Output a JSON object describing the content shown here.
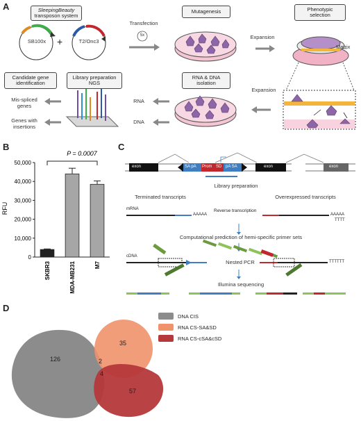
{
  "panels": {
    "a": "A",
    "b": "B",
    "c": "C",
    "d": "D"
  },
  "panelA": {
    "sb_system_line1": "SleepingBeauty",
    "sb_system_line2": "transposon system",
    "sb100x": "SB100x",
    "t2onc3": "T2/Onc3",
    "plus": "+",
    "transfection": "Transfection",
    "times": "5x",
    "mutagenesis": "Mutagenesis",
    "expansion_top": "Expansion",
    "phenotypic_line1": "Phenotypic",
    "phenotypic_line2": "selection",
    "matrix": "Matrix",
    "candidate_line1": "Candidate gene",
    "candidate_line2": "identification",
    "library_line1": "Library preparation",
    "library_line2": "NGS",
    "rnadna_line1": "RNA & DNA",
    "rnadna_line2": "isolation",
    "expansion_bottom": "Expansion",
    "mis_line1": "Mis-spliced",
    "mis_line2": "genes",
    "ins_line1": "Genes with",
    "ins_line2": "insertions",
    "rna": "RNA",
    "dna": "DNA"
  },
  "panelB": {
    "pvalue": "P = 0.0007",
    "colors": {
      "bar": "#a6a6a6",
      "bar0": "#222222"
    }
  },
  "chart_data": {
    "type": "bar",
    "categories": [
      "SKBR3",
      "MDA-MB231",
      "M7"
    ],
    "values": [
      4000,
      44000,
      38500
    ],
    "errors": [
      300,
      3000,
      1800
    ],
    "ylabel": "RFU",
    "ylim": [
      0,
      50000
    ],
    "yticks": [
      "0",
      "10,000",
      "20,000",
      "30,000",
      "40,000",
      "50,000"
    ],
    "annotation": "P = 0.0007"
  },
  "panelC": {
    "exon_left": "exon",
    "sa_pa": "SA pA",
    "prom": "Prom",
    "sd": "SD",
    "pa_sa": "pA SA",
    "exon_right": "exon",
    "exon_far": "exon",
    "library_prep": "Library preparation",
    "terminated": "Terminated transcripts",
    "overexpressed": "Overexpressed transcripts",
    "mrna": "mRNA",
    "aaaaa_left": "AAAAA",
    "aaaaa_right": "AAAAA",
    "tttt": "TTTT",
    "reverse": "Reverse transcription",
    "computational": "Computational prediction of hemi-specific primer sets",
    "cdna": "cDNA",
    "nested": "Nested PCR",
    "tttttt": "TTTTTT",
    "illumina": "Illumina sequencing"
  },
  "panelD": {
    "legend": [
      {
        "label": "DNA CIS",
        "color": "#8c8c8c"
      },
      {
        "label": "RNA CS-SA&SD",
        "color": "#f0926c"
      },
      {
        "label": "RNA CS-cSA&cSD",
        "color": "#b5383a"
      }
    ],
    "n126": "126",
    "n35": "35",
    "n2": "2",
    "n4": "4",
    "n57": "57"
  }
}
